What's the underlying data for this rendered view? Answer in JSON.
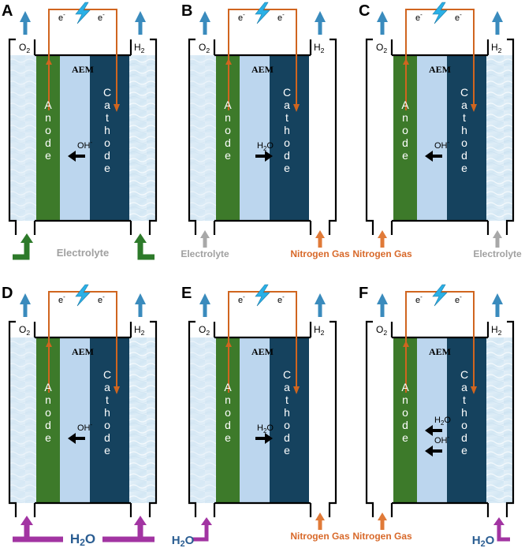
{
  "colors": {
    "anode": "#3d7a2a",
    "aem": "#bcd6ee",
    "cathode": "#15425e",
    "wire": "#d0651f",
    "water": "#dcecf6",
    "gas_arrow": "#3a8bbd",
    "electrolyte_arrow": "#2d7a2a",
    "water_arrow": "#a234a2",
    "nitrogen_arrow": "#e07a38",
    "gray_arrow": "#a8a8a8",
    "bolt": "#2ab0e6",
    "nitrogen_text": "#d8692a",
    "electrolyte_text": "#a0a0a0",
    "h2o_text": "#2a5d92"
  },
  "icons": [
    "lightning-bolt-icon",
    "arrow-left-icon",
    "arrow-right-icon",
    "arrow-up-icon",
    "u-arrow-icon"
  ],
  "labels": {
    "o2_base": "O",
    "o2_sub": "2",
    "h2_base": "H",
    "h2_sub": "2",
    "aem": "AEM",
    "anode": "Anode",
    "cathode": "Cathode",
    "electron_base": "e",
    "electron_sup": "-",
    "oh_base": "OH",
    "oh_sup": "-",
    "h2o_base": "H",
    "h2o_sub": "2",
    "h2o_tail": "O",
    "electrolyte": "Electrolyte",
    "nitrogen_gas": "Nitrogen Gas"
  },
  "panels": [
    {
      "id": "A",
      "fill_left": "water",
      "fill_right": "water",
      "species": [
        "OH-"
      ],
      "arrows": [
        "left"
      ],
      "bottom": "electrolyte-both"
    },
    {
      "id": "B",
      "fill_left": "water",
      "fill_right": "none",
      "species": [
        "H2O"
      ],
      "arrows": [
        "right"
      ],
      "bottom": "electrolyte-left-nitrogen-right"
    },
    {
      "id": "C",
      "fill_left": "none",
      "fill_right": "water",
      "species": [
        "OH-"
      ],
      "arrows": [
        "left"
      ],
      "bottom": "nitrogen-left-electrolyte-right"
    },
    {
      "id": "D",
      "fill_left": "water",
      "fill_right": "water",
      "species": [
        "OH-"
      ],
      "arrows": [
        "left"
      ],
      "bottom": "h2o-both"
    },
    {
      "id": "E",
      "fill_left": "water",
      "fill_right": "none",
      "species": [
        "H2O"
      ],
      "arrows": [
        "right"
      ],
      "bottom": "h2o-left-nitrogen-right"
    },
    {
      "id": "F",
      "fill_left": "none",
      "fill_right": "water",
      "species": [
        "H2O",
        "OH-"
      ],
      "arrows": [
        "left",
        "left"
      ],
      "bottom": "nitrogen-left-h2o-right"
    }
  ]
}
